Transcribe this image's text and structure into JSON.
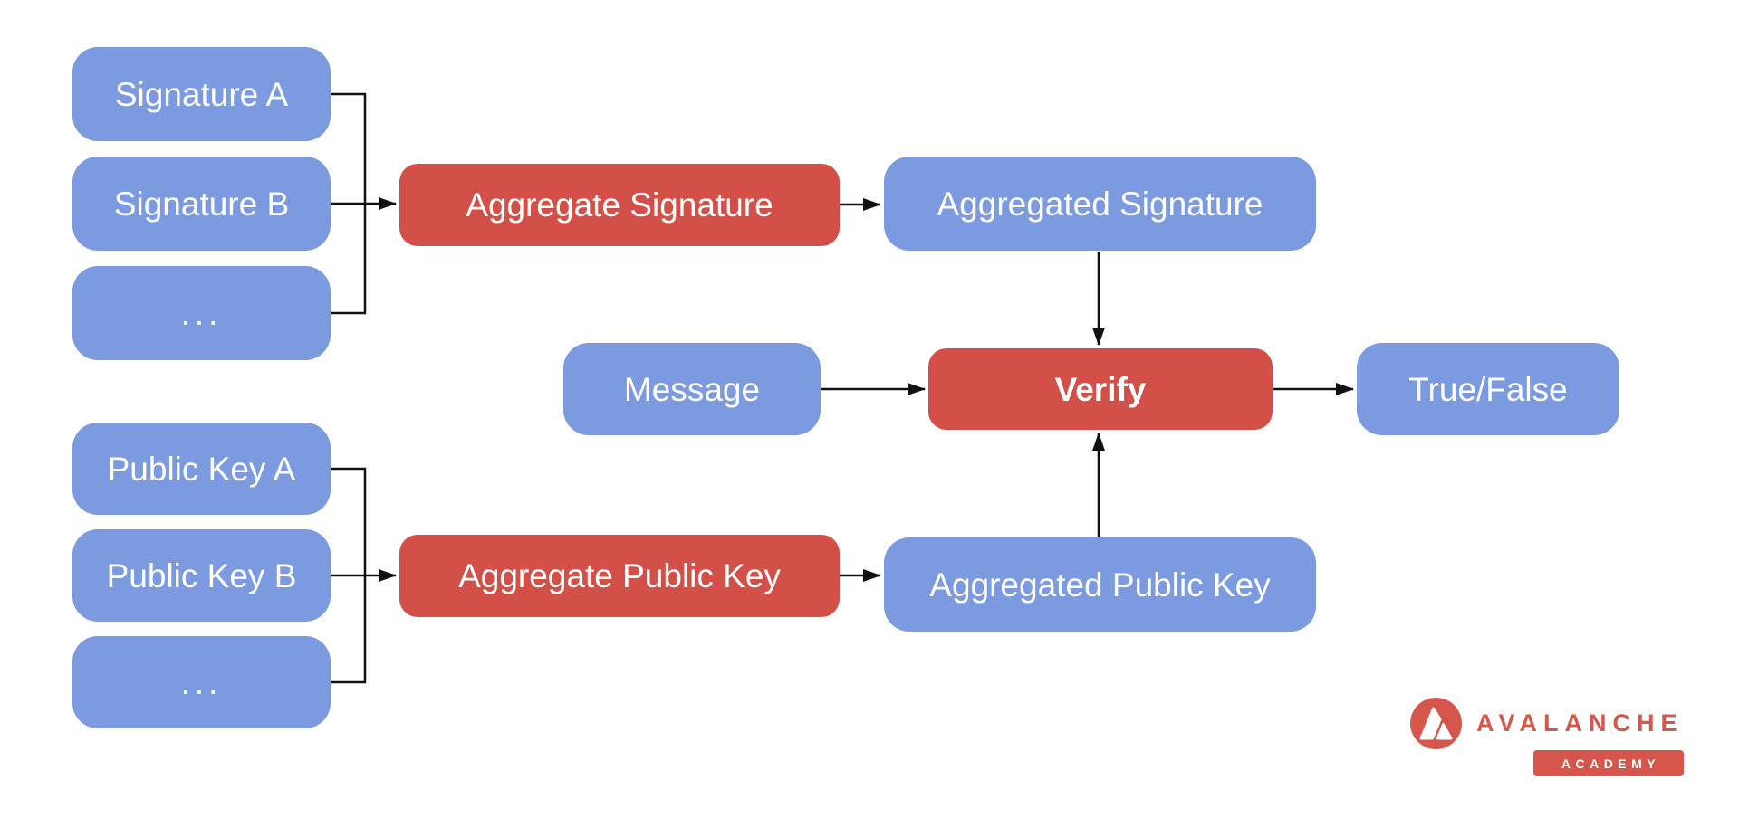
{
  "diagram": {
    "nodes": {
      "signature_a": {
        "label": "Signature A",
        "color": "blue"
      },
      "signature_b": {
        "label": "Signature B",
        "color": "blue"
      },
      "signature_more": {
        "label": "...",
        "color": "blue"
      },
      "aggregate_signature": {
        "label": "Aggregate Signature",
        "color": "red"
      },
      "aggregated_signature": {
        "label": "Aggregated Signature",
        "color": "blue"
      },
      "message": {
        "label": "Message",
        "color": "blue"
      },
      "verify": {
        "label": "Verify",
        "color": "red",
        "emphasis": true
      },
      "true_false": {
        "label": "True/False",
        "color": "blue"
      },
      "public_key_a": {
        "label": "Public Key A",
        "color": "blue"
      },
      "public_key_b": {
        "label": "Public Key B",
        "color": "blue"
      },
      "public_key_more": {
        "label": "...",
        "color": "blue"
      },
      "aggregate_public_key": {
        "label": "Aggregate Public Key",
        "color": "red"
      },
      "aggregated_public_key": {
        "label": "Aggregated Public Key",
        "color": "blue"
      }
    },
    "edges": [
      {
        "from": "signature_a",
        "to": "aggregate_signature"
      },
      {
        "from": "signature_b",
        "to": "aggregate_signature"
      },
      {
        "from": "signature_more",
        "to": "aggregate_signature"
      },
      {
        "from": "aggregate_signature",
        "to": "aggregated_signature"
      },
      {
        "from": "aggregated_signature",
        "to": "verify"
      },
      {
        "from": "message",
        "to": "verify"
      },
      {
        "from": "public_key_a",
        "to": "aggregate_public_key"
      },
      {
        "from": "public_key_b",
        "to": "aggregate_public_key"
      },
      {
        "from": "public_key_more",
        "to": "aggregate_public_key"
      },
      {
        "from": "aggregate_public_key",
        "to": "aggregated_public_key"
      },
      {
        "from": "aggregated_public_key",
        "to": "verify"
      },
      {
        "from": "verify",
        "to": "true_false"
      }
    ],
    "colors": {
      "node_blue": "#7b9ae0",
      "node_red": "#d25048",
      "node_text": "#ffffff",
      "line": "#111111",
      "background": "#ffffff"
    }
  },
  "branding": {
    "logo_text": "AVALANCHE",
    "badge_text": "ACADEMY",
    "color": "#d7564b"
  }
}
